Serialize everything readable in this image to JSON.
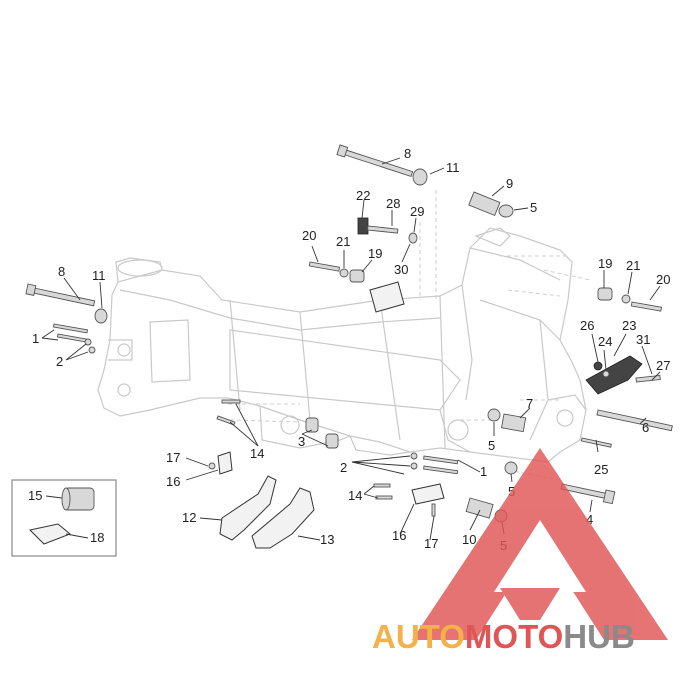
{
  "callouts": [
    "1",
    "1",
    "2",
    "2",
    "3",
    "4",
    "5",
    "5",
    "5",
    "5",
    "6",
    "7",
    "8",
    "8",
    "9",
    "10",
    "11",
    "11",
    "12",
    "13",
    "14",
    "14",
    "15",
    "16",
    "16",
    "17",
    "17",
    "18",
    "19",
    "19",
    "20",
    "20",
    "21",
    "21",
    "22",
    "23",
    "24",
    "25",
    "26",
    "27",
    "28",
    "29",
    "30",
    "31"
  ],
  "watermark": {
    "part1": "AUTO",
    "part2": "MOTO",
    "part3": "HUB"
  },
  "colors": {
    "watermark_red": "#e05555",
    "watermark_orange": "#f3b14a",
    "watermark_gray": "#8a8a8a"
  }
}
